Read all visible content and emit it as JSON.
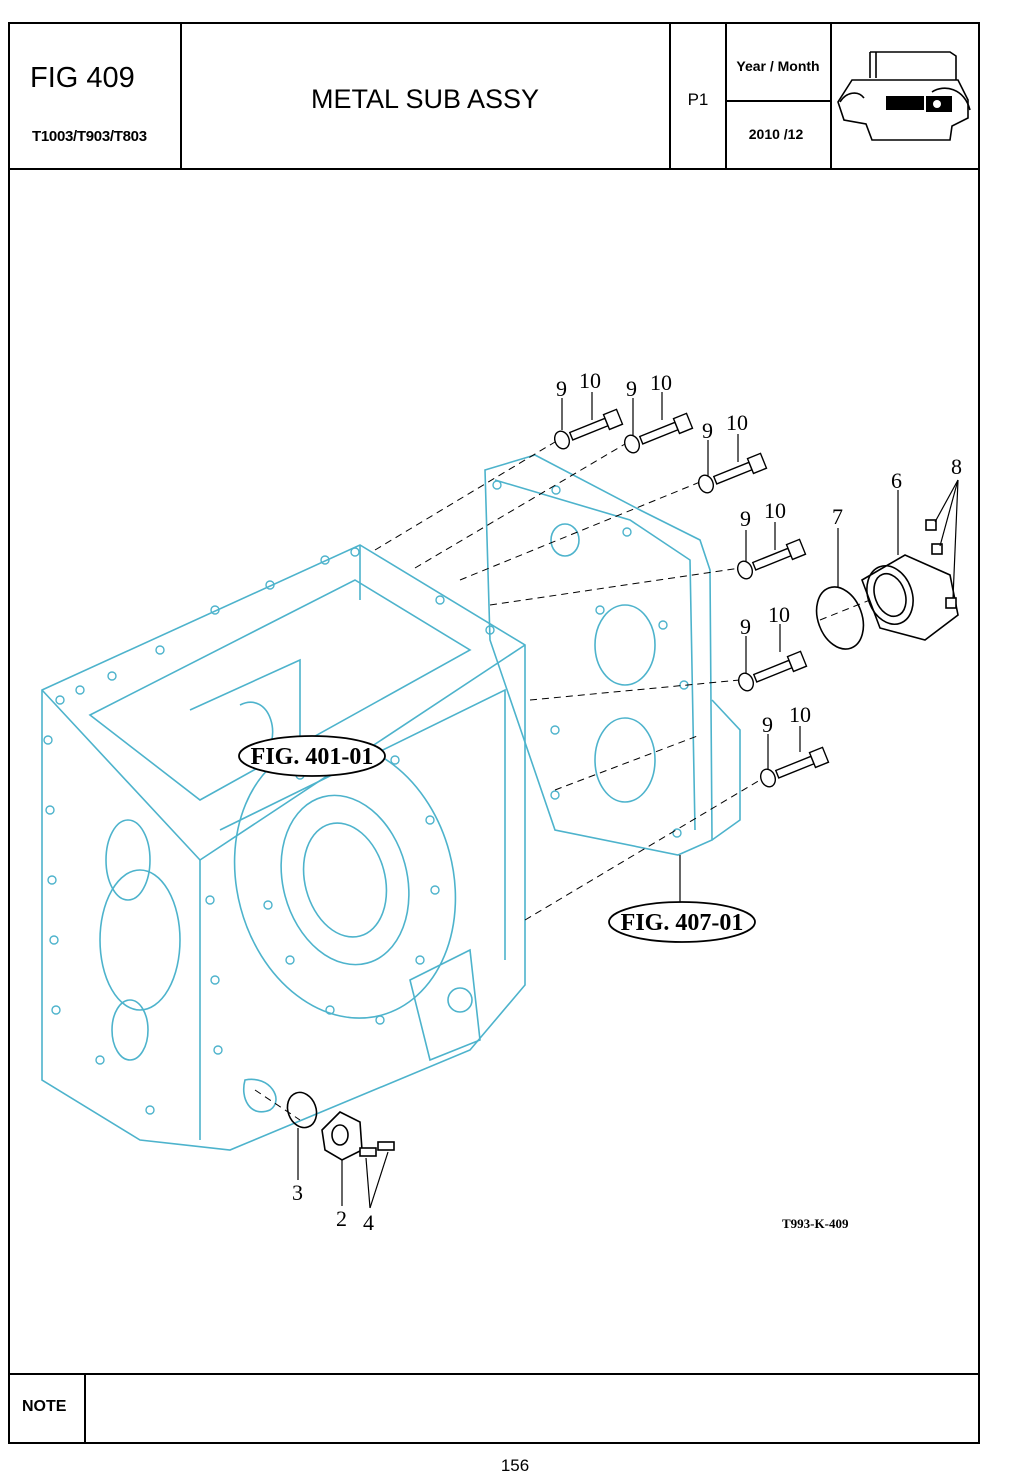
{
  "header": {
    "fig_number": "FIG 409",
    "models": "T1003/T903/T803",
    "title": "METAL SUB ASSY",
    "page_label": "P1",
    "year_month_label": "Year / Month",
    "year_month_value": "2010 /12",
    "logo_icon": "tractor-icon"
  },
  "diagram": {
    "callouts": [
      "9",
      "10",
      "9",
      "10",
      "9",
      "10",
      "9",
      "10",
      "9",
      "10",
      "9",
      "10",
      "6",
      "7",
      "8",
      "3",
      "2",
      "4"
    ],
    "figure_refs": [
      "FIG. 401-01",
      "FIG. 407-01"
    ],
    "drawing_code": "T993-K-409",
    "colors": {
      "housing": "#4db3cc",
      "parts": "#000000"
    }
  },
  "footer": {
    "note_label": "NOTE",
    "page_number": "156"
  }
}
